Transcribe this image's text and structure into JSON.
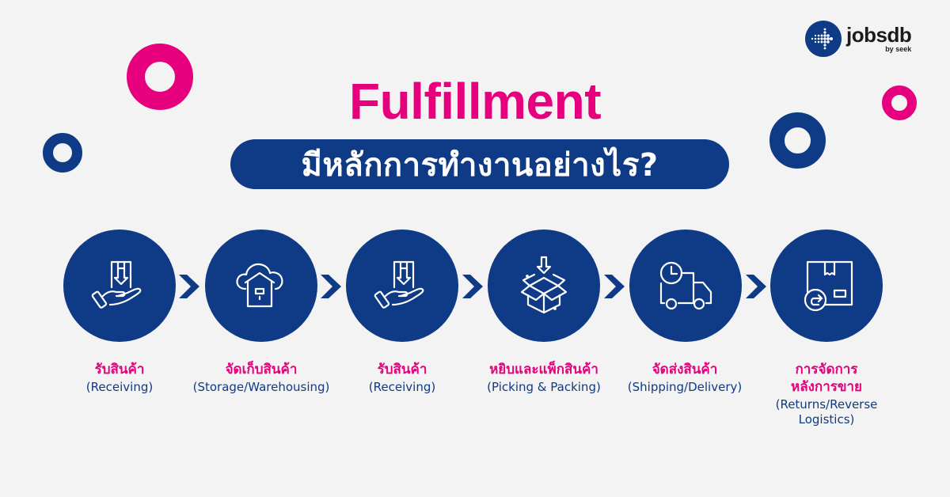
{
  "brand": {
    "name": "jobsdb",
    "sub": "by seek",
    "colors": {
      "pink": "#e6007e",
      "navy": "#0f3a85",
      "background": "#f3f3f4"
    }
  },
  "header": {
    "title": "Fulfillment",
    "subtitle": "มีหลักการทำงานอย่างไร?"
  },
  "steps": [
    {
      "icon": "hand-receiving-box-icon",
      "label_th": "รับสินค้า",
      "label_en": "(Receiving)"
    },
    {
      "icon": "cloud-storage-box-icon",
      "label_th": "จัดเก็บสินค้า",
      "label_en": "(Storage/Warehousing)"
    },
    {
      "icon": "hand-receiving-box-icon",
      "label_th": "รับสินค้า",
      "label_en": "(Receiving)"
    },
    {
      "icon": "open-box-pack-icon",
      "label_th": "หยิบและแพ็กสินค้า",
      "label_en": "(Picking & Packing)"
    },
    {
      "icon": "delivery-truck-clock-icon",
      "label_th": "จัดส่งสินค้า",
      "label_en": "(Shipping/Delivery)"
    },
    {
      "icon": "box-return-icon",
      "label_th_line1": "การจัดการ",
      "label_th_line2": "หลังการขาย",
      "label_en_line1": "(Returns/Reverse",
      "label_en_line2": "Logistics)"
    }
  ]
}
